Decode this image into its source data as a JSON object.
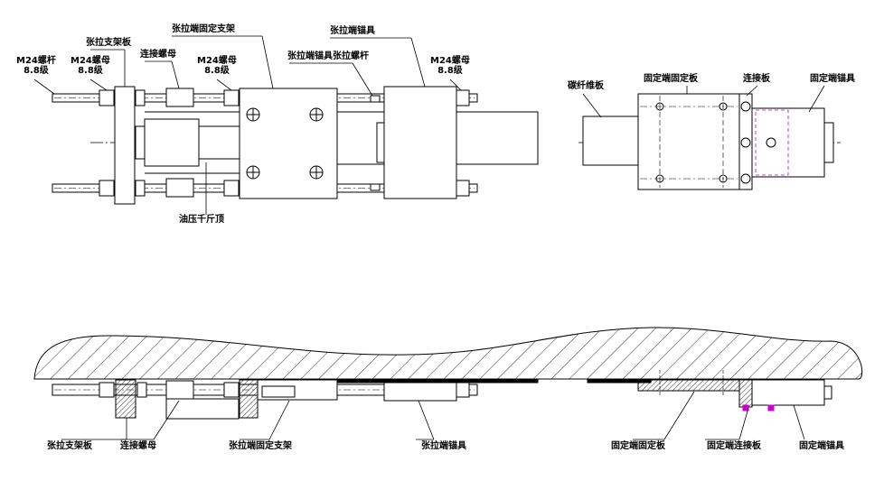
{
  "top_view": {
    "labels": {
      "bolt_m24": "M24螺杆",
      "bolt_grade": "8.8级",
      "tension_support_plate": "张拉支架板",
      "nut_m24_left": "M24螺母",
      "nut_grade_left": "8.8级",
      "connecting_nut": "连接螺母",
      "nut_m24_mid": "M24螺母",
      "nut_grade_mid": "8.8级",
      "tension_end_fixed_bracket": "张拉端固定支架",
      "tension_end_anchor_rod": "张拉端锚具张拉螺杆",
      "tension_end_anchor": "张拉端锚具",
      "nut_m24_right": "M24螺母",
      "nut_grade_right": "8.8级",
      "hydraulic_jack": "油压千斤顶",
      "cfrp_plate": "碳纤维板",
      "fixed_end_plate": "固定端固定板",
      "connecting_plate": "连接板",
      "fixed_end_anchor": "固定端锚具"
    }
  },
  "section_view": {
    "labels": {
      "tension_support_plate": "张拉支架板",
      "connecting_nut": "连接螺母",
      "tension_end_fixed_bracket": "张拉端固定支架",
      "tension_end_anchor": "张拉端锚具",
      "fixed_end_plate": "固定端固定板",
      "fixed_end_connecting_plate": "固定端连接板",
      "fixed_end_anchor": "固定端锚具"
    }
  },
  "colors": {
    "line": "#000000",
    "hidden": "#cc00cc",
    "hatch": "#000000",
    "background": "#ffffff"
  }
}
